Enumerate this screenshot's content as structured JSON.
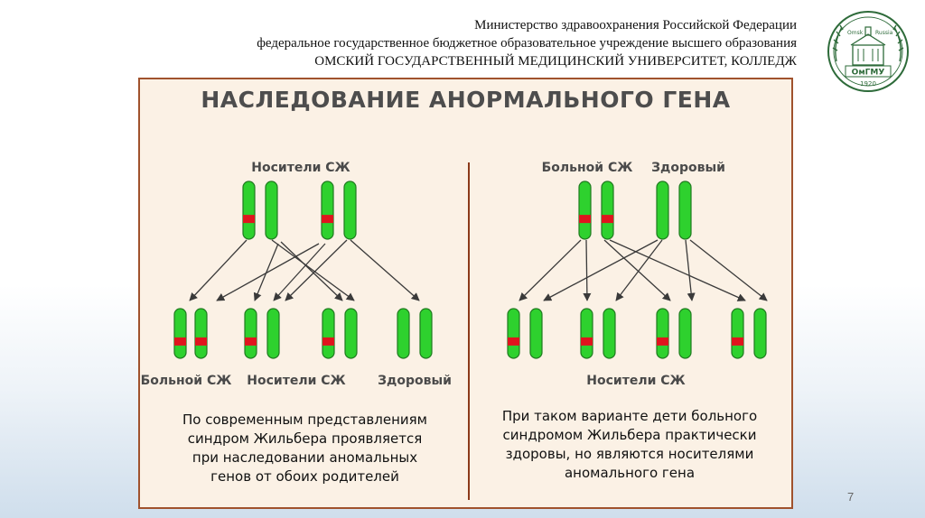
{
  "header": {
    "line1": "Министерство здравоохранения Российской Федерации",
    "line2": "федеральное государственное бюджетное образовательное учреждение высшего образования",
    "line3": "ОМСКИЙ ГОСУДАРСТВЕННЫЙ МЕДИЦИНСКИЙ УНИВЕРСИТЕТ, КОЛЛЕДЖ"
  },
  "logo": {
    "text_left": "Omsk",
    "text_right": "Russia",
    "name": "ОмГМУ",
    "year": "1920"
  },
  "panel": {
    "title": "НАСЛЕДОВАНИЕ АНОРМАЛЬНОГО ГЕНА",
    "left": {
      "parents_label": "Носители СЖ",
      "children_labels": [
        "Больной СЖ",
        "Носители СЖ",
        "Здоровый"
      ],
      "note": [
        "По современным представлениям",
        "синдром Жильбера проявляется",
        "при наследовании аномальных",
        "генов от обоих родителей"
      ]
    },
    "right": {
      "parent1_label": "Больной СЖ",
      "parent2_label": "Здоровый",
      "children_label": "Носители СЖ",
      "note": [
        "При таком варианте дети больного",
        "синдромом Жильбера практически",
        "здоровы, но являются носителями",
        "аномального гена"
      ]
    }
  },
  "colors": {
    "chromosome": "#2ed12e",
    "chromosome_border": "#1f7a1f",
    "gene": "#e0141e",
    "border": "#a0522d",
    "arrow": "#3a3a3a"
  },
  "slide_number": "7"
}
